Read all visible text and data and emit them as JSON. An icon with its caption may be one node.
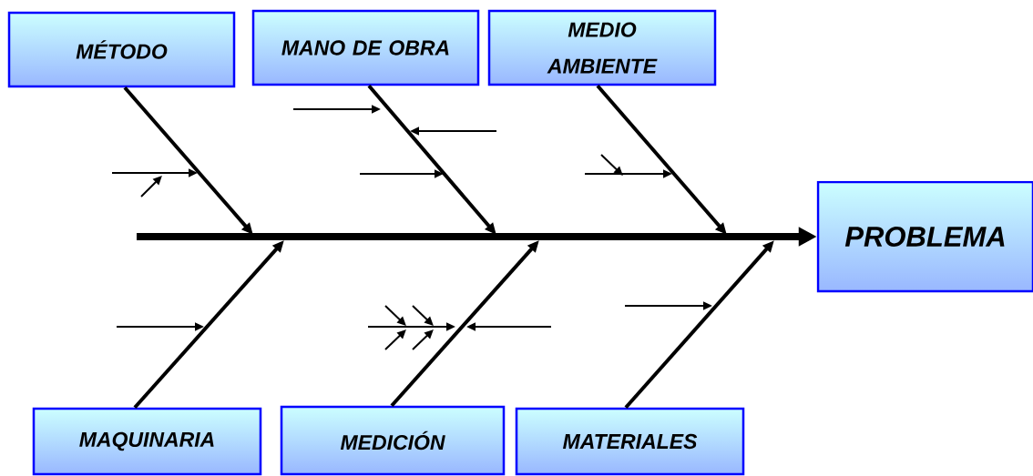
{
  "diagram": {
    "nodes": [
      {
        "text": [
          "MÉTODO"
        ]
      },
      {
        "text": [
          "MANO DE OBRA"
        ]
      },
      {
        "text": [
          "MEDIO AMBIENTE"
        ]
      },
      {
        "text": [
          "PROBLEMA"
        ]
      },
      {
        "text": [
          "MAQUINARIA"
        ]
      },
      {
        "text": [
          "MEDICIÓN"
        ]
      },
      {
        "text": [
          "MATERIALES"
        ]
      }
    ],
    "edges": [
      {
        "from": null,
        "to": 3,
        "arrow": "to",
        "style": "thick"
      },
      {
        "from": 0,
        "to": null,
        "arrow": "to"
      },
      {
        "from": 1,
        "to": null,
        "arrow": "to"
      },
      {
        "from": 2,
        "to": null,
        "arrow": "to"
      },
      {
        "from": 4,
        "to": null,
        "arrow": "to"
      },
      {
        "from": 5,
        "to": null,
        "arrow": "to"
      },
      {
        "from": 6,
        "to": null,
        "arrow": "to"
      }
    ]
  }
}
